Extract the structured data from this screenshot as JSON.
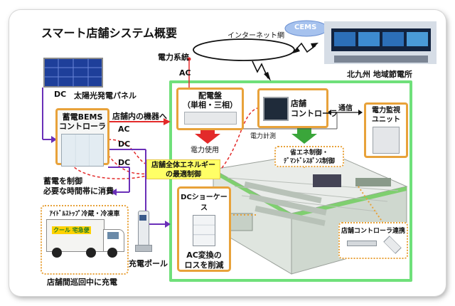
{
  "title": "スマート店舗システム概要",
  "internet_label": "インターネット網",
  "cems_label": "CEMS",
  "control_center_label": "北九州 地域節電所",
  "power_grid_label": "電力系統",
  "ac_labels": [
    "AC",
    "AC"
  ],
  "dc_labels": [
    "DC",
    "DC",
    "DC"
  ],
  "solar_label": "太陽光発電パネル",
  "bems_label": "蓄電BEMS\nコントローラ",
  "to_devices_label": "店舗内の機器へ",
  "distribution_label": "配電盤\n（単相・三相）",
  "power_use_label": "電力使用",
  "power_meter_label": "電力計測",
  "store_controller_label": "店舗\nコントローラ",
  "comm_label": "通信",
  "monitor_unit_label": "電力監視\nユニット",
  "energy_opt_label": "店舗全体エネルギー\nの最適制御",
  "demand_response_label": "省エネ制御・\nﾃﾞﾏﾝﾄﾞﾚｽﾎﾟﾝｽ制御",
  "battery_note": "蓄電を制御\n必要な時間帯に消費",
  "truck_label": "ｱｲﾄﾞﾙｽﾄｯﾌﾟ冷蔵・冷凍車",
  "truck_caption": "店舗間巡回中に充電",
  "truck_sign": "クール 宅急便",
  "charger_label": "充電ポール",
  "showcase_label": "DCショーケース",
  "ac_conversion_label": "AC変換の\nロスを削減",
  "store_link_label": "店舗コントローラ連携",
  "colors": {
    "green_frame": "#6fe07a",
    "orange_dot": "#e8a23a",
    "orange_box": "#e8a23a",
    "red_line": "#e32a2a",
    "purple_line": "#6a2fb8",
    "green_arrow": "#3aa63a",
    "yellow_fill": "#ffff66"
  }
}
